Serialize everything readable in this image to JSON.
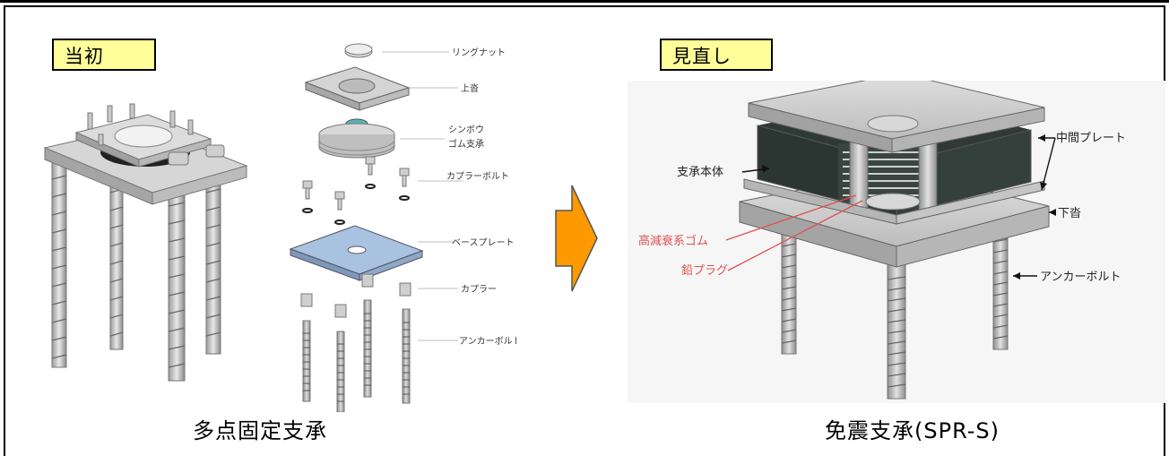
{
  "left": {
    "tag": "当初",
    "caption": "多点固定支承",
    "parts": {
      "ring_nut": "リングナット",
      "upper_shoe": "上沓",
      "pin": "シンボウ",
      "rubber_bearing": "ゴム支承",
      "coupler_bolt": "カプラーボルト",
      "base_plate": "ベースプレート",
      "coupler": "カプラー",
      "anchor_bolt": "アンカーボルト"
    }
  },
  "right": {
    "tag": "見直し",
    "caption": "免震支承(SPR-S)",
    "parts": {
      "intermediate_plate": "中間プレート",
      "bearing_body": "支承本体",
      "lower_shoe": "下沓",
      "high_damping_rubber": "高減衰系ゴム",
      "lead_plug": "鉛プラグ",
      "anchor_bolt": "アンカーボルト"
    }
  },
  "arrow_color": "#ff9900",
  "tag_color": "#ffff99"
}
